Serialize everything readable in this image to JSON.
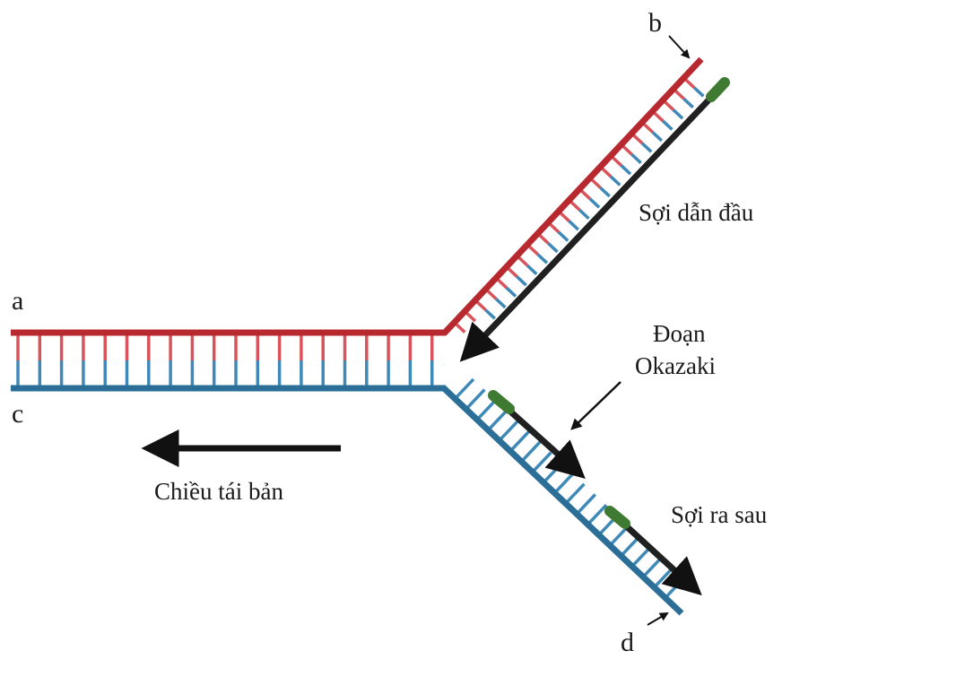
{
  "labels": {
    "a": "a",
    "b": "b",
    "c": "c",
    "d": "d",
    "leading_strand": "Sợi dẫn đầu",
    "okazaki_line1": "Đoạn",
    "okazaki_line2": "Okazaki",
    "lagging_strand": "Sợi ra sau",
    "replication_direction": "Chiều tái bản"
  },
  "colors": {
    "red_strand": "#b8282f",
    "red_rung": "#d9545a",
    "blue_strand": "#2b6f98",
    "blue_rung": "#3e89b7",
    "new_strand": "#202020",
    "primer": "#3f7a33",
    "arrow": "#111111"
  }
}
